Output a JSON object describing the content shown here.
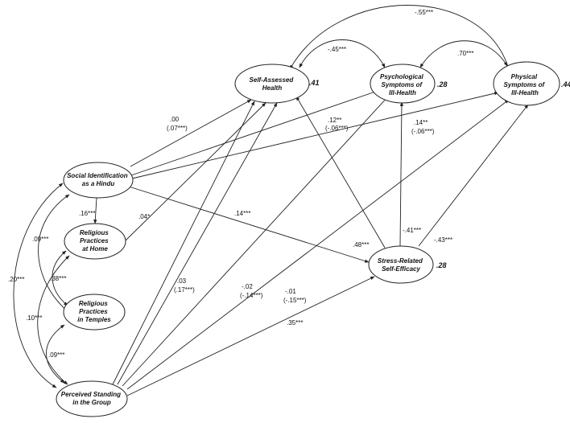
{
  "diagram": {
    "nodes": {
      "self_assessed_health": {
        "lines": [
          "Self-Assessed",
          "Health"
        ],
        "r2": ".41"
      },
      "psychological_symptoms": {
        "lines": [
          "Psychological",
          "Symptoms of",
          "Ill-Health"
        ],
        "r2": ".28"
      },
      "physical_symptoms": {
        "lines": [
          "Physical",
          "Symptoms of",
          "Ill-Health"
        ],
        "r2": ".44"
      },
      "social_identification": {
        "lines": [
          "Social Identification",
          "as a Hindu"
        ],
        "r2": ""
      },
      "religious_home": {
        "lines": [
          "Religious",
          "Practices",
          "at Home"
        ],
        "r2": ""
      },
      "religious_temples": {
        "lines": [
          "Religious",
          "Practices",
          "in Temples"
        ],
        "r2": ""
      },
      "stress_self_efficacy": {
        "lines": [
          "Stress-Related",
          "Self-Efficacy"
        ],
        "r2": ".28"
      },
      "perceived_standing": {
        "lines": [
          "Perceived Standing",
          "in the Group"
        ],
        "r2": ""
      }
    },
    "coefficients": {
      "sah_phys": [
        "-.55***"
      ],
      "sah_psych": [
        "-.45***"
      ],
      "psych_phys": [
        ".70***"
      ],
      "si_sah": [
        ".00",
        "(.07***)"
      ],
      "si_psych": [
        ".12**",
        "(-.06***)"
      ],
      "si_phys": [
        ".14**",
        "(-.06***)"
      ],
      "si_home": [
        ".16***"
      ],
      "home_sah": [
        ".04*"
      ],
      "si_stress": [
        ".14***"
      ],
      "si_temples": [
        ".09***"
      ],
      "si_standing": [
        ".20***"
      ],
      "home_temples": [
        ".38***"
      ],
      "home_standing": [
        ".10***"
      ],
      "temples_standing": [
        ".09***"
      ],
      "stress_psych": [
        "-.41***"
      ],
      "stress_phys": [
        "-.43***"
      ],
      "stress_sah": [
        ".48***"
      ],
      "standing_sah": [
        ".03",
        "(.17***)"
      ],
      "standing_psych": [
        "-.02",
        "(-.14***)"
      ],
      "standing_phys": [
        "-.01",
        "(-.15***)"
      ],
      "standing_stress": [
        ".35***"
      ]
    }
  }
}
